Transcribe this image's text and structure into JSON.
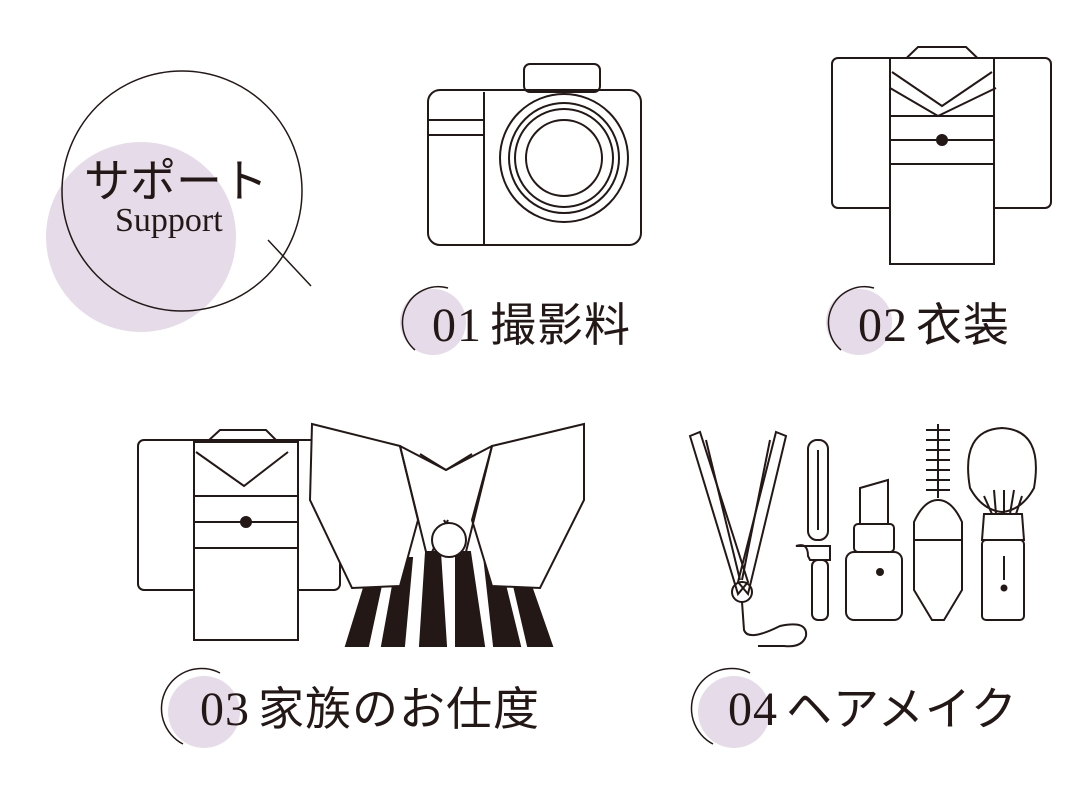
{
  "badge": {
    "title": "サポート",
    "subtitle": "Support"
  },
  "items": [
    {
      "num": "01",
      "label": "撮影料",
      "icon": "camera-icon"
    },
    {
      "num": "02",
      "label": "衣装",
      "icon": "kimono-icon"
    },
    {
      "num": "03",
      "label": "家族のお仕度",
      "icon": "hakama-icon"
    },
    {
      "num": "04",
      "label": "ヘアメイク",
      "icon": "hair-makeup-tools-icon"
    }
  ],
  "colors": {
    "accent": "#e6dbe8",
    "ink": "#231815",
    "bg": "#ffffff"
  }
}
